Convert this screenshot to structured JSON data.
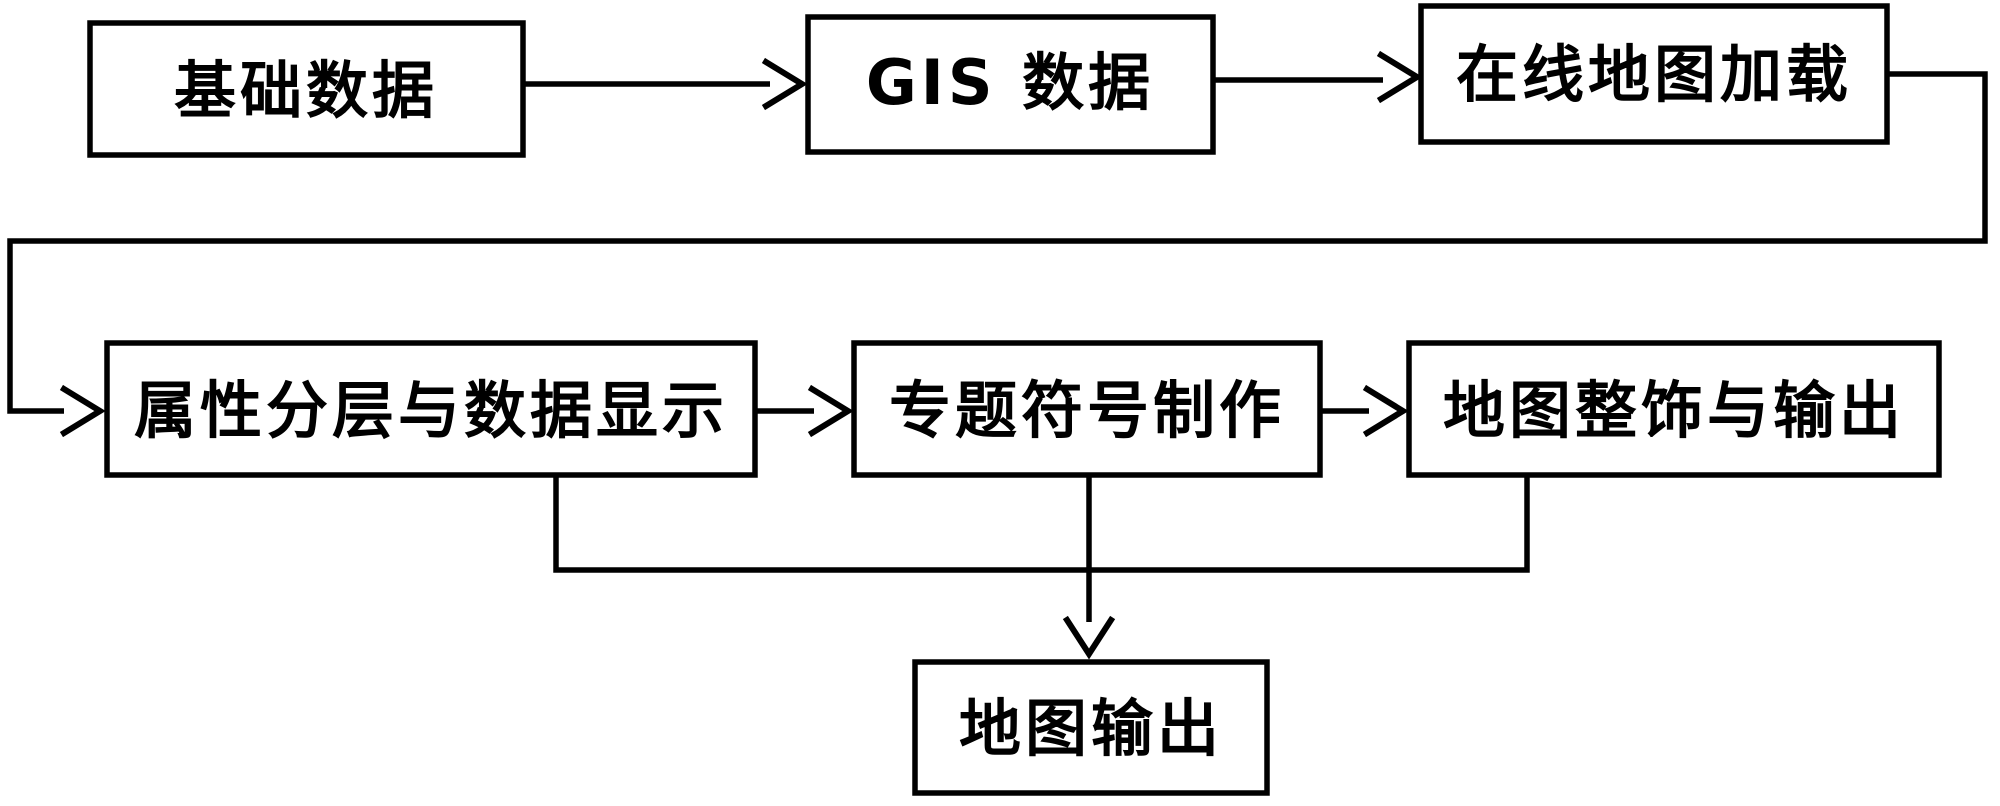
{
  "diagram": {
    "type": "flowchart",
    "background_color": "#ffffff",
    "line_color": "#000000",
    "text_color": "#000000",
    "nodes": [
      {
        "id": "basic-data",
        "label": "基础数据"
      },
      {
        "id": "gis-data",
        "label": "GIS 数据"
      },
      {
        "id": "online-map-loading",
        "label": "在线地图加载"
      },
      {
        "id": "attribute-layering-data-display",
        "label": "属性分层与数据显示"
      },
      {
        "id": "thematic-symbol-making",
        "label": "专题符号制作"
      },
      {
        "id": "map-decoration-and-output",
        "label": "地图整饰与输出"
      },
      {
        "id": "map-output",
        "label": "地图输出"
      }
    ],
    "edges": [
      {
        "from": "基础数据",
        "to": "GIS 数据"
      },
      {
        "from": "GIS 数据",
        "to": "在线地图加载"
      },
      {
        "from": "在线地图加载",
        "to": "属性分层与数据显示"
      },
      {
        "from": "属性分层与数据显示",
        "to": "专题符号制作"
      },
      {
        "from": "专题符号制作",
        "to": "地图整饰与输出"
      },
      {
        "from": "属性分层与数据显示",
        "to": "地图输出"
      },
      {
        "from": "专题符号制作",
        "to": "地图输出"
      },
      {
        "from": "地图整饰与输出",
        "to": "地图输出"
      }
    ]
  }
}
